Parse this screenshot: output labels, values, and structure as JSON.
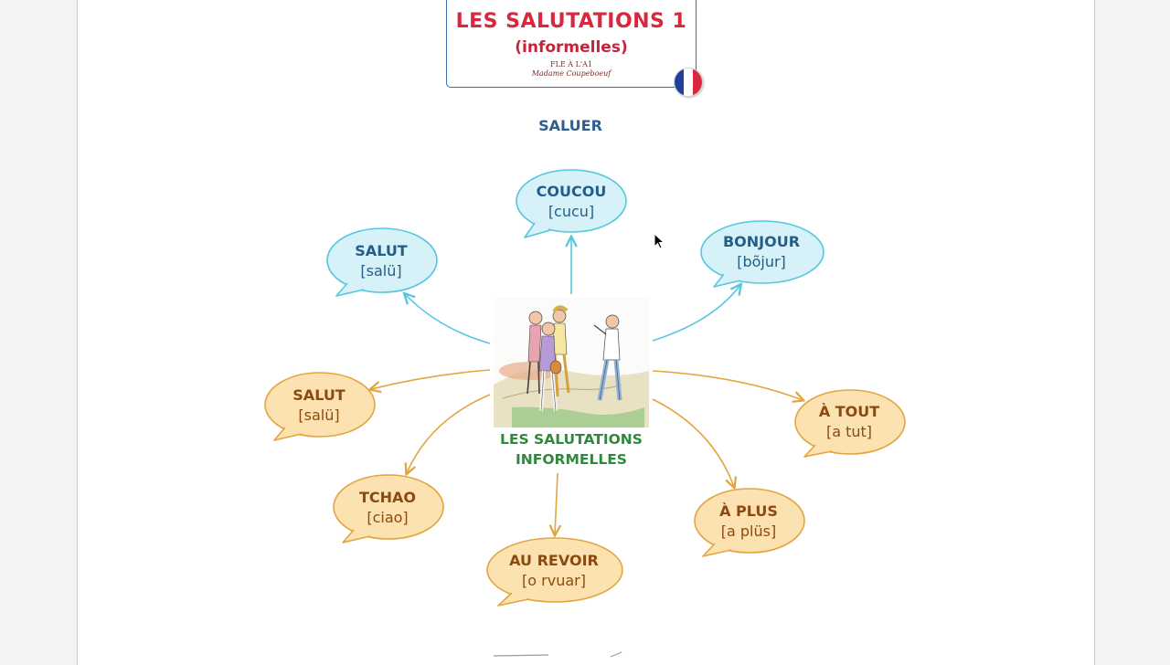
{
  "header": {
    "title": "LES SALUTATIONS 1",
    "subtitle": "(informelles)",
    "level": "FLE À L'A1",
    "author": "Madame Coupeboeuf",
    "flag_colors": [
      "#1f3f9a",
      "#ffffff",
      "#d8283f"
    ]
  },
  "section_title": "SALUER",
  "center": {
    "line1": "LES SALUTATIONS",
    "line2": "INFORMELLES",
    "image": "friends-greeting-illustration"
  },
  "colors": {
    "blue_fill": "#d6f1f8",
    "blue_stroke": "#55c6e0",
    "blue_text": "#245d87",
    "orange_fill": "#fbe2b0",
    "orange_stroke": "#e3a540",
    "orange_text": "#8b4a12",
    "center_text": "#2e8a3a",
    "title_red": "#d8283f"
  },
  "bubbles": {
    "coucou": {
      "word": "COUCOU",
      "phon": "[cucu]",
      "style": "blue"
    },
    "salut_b": {
      "word": "SALUT",
      "phon": "[salü]",
      "style": "blue"
    },
    "bonjour": {
      "word": "BONJOUR",
      "phon": "[bõjur]",
      "style": "blue"
    },
    "salut_o": {
      "word": "SALUT",
      "phon": "[salü]",
      "style": "orange"
    },
    "tchao": {
      "word": "TCHAO",
      "phon": "[ciao]",
      "style": "orange"
    },
    "aurevoir": {
      "word": "AU REVOIR",
      "phon": "[o rvuar]",
      "style": "orange"
    },
    "aplus": {
      "word": "À PLUS",
      "phon": "[a plüs]",
      "style": "orange"
    },
    "atout": {
      "word": "À TOUT",
      "phon": "[a tut]",
      "style": "orange"
    }
  }
}
